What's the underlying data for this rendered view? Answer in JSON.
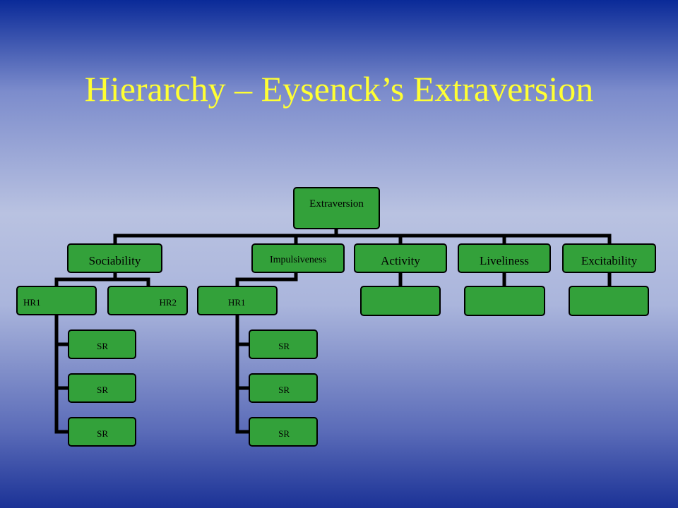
{
  "slide": {
    "title": "Hierarchy – Eysenck’s Extraversion"
  },
  "colors": {
    "title": "#ffff33",
    "node_fill": "#33a13a",
    "node_border": "#000000"
  },
  "tree": {
    "root": "Extraversion",
    "traits": [
      "Sociability",
      "Impulsiveness",
      "Activity",
      "Liveliness",
      "Excitability"
    ],
    "sociability": {
      "hr1": "HR1",
      "hr2": "HR2",
      "sr": [
        "SR",
        "SR",
        "SR"
      ]
    },
    "impulsiveness": {
      "hr1": "HR1",
      "sr": [
        "SR",
        "SR",
        "SR"
      ]
    }
  }
}
